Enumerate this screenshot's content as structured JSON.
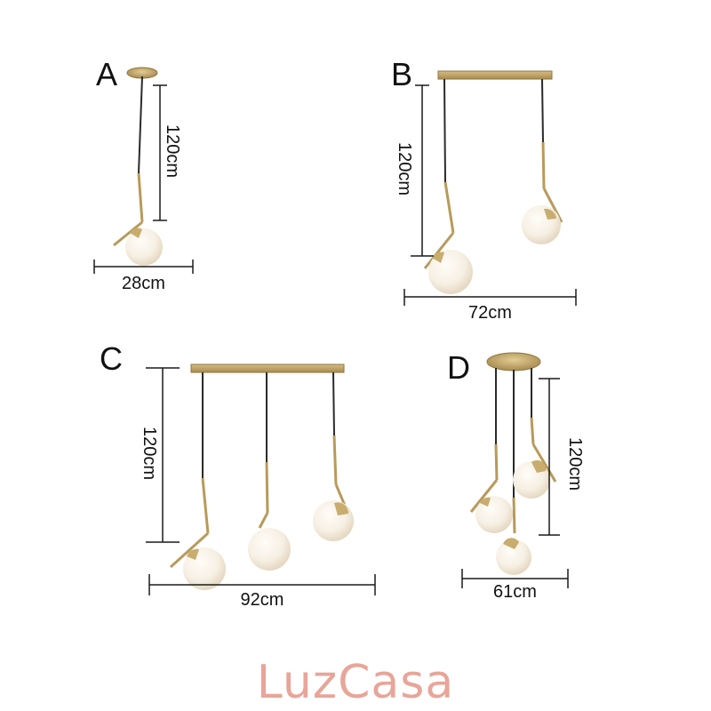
{
  "variants": [
    {
      "label": "A",
      "height": "120cm",
      "width": "28cm"
    },
    {
      "label": "B",
      "height": "120cm",
      "width": "72cm"
    },
    {
      "label": "C",
      "height": "120cm",
      "width": "92cm"
    },
    {
      "label": "D",
      "height": "120cm",
      "width": "61cm"
    }
  ],
  "brand": "LuzCasa",
  "colors": {
    "brass": "#b89a5a",
    "brass_dark": "#8f7640",
    "cord": "#2a2a2a",
    "globe": "#f6efe3",
    "globe_shade": "#e6d9c4",
    "dimension_line": "#1a1a1a",
    "brand": "#e8a598"
  }
}
